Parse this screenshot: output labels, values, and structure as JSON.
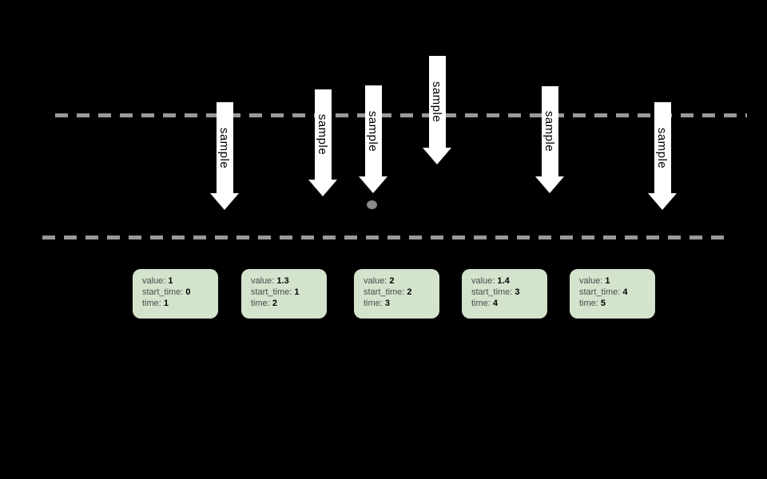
{
  "colors": {
    "background": "#000000",
    "dashed_line": "#999999",
    "arrow_fill": "#ffffff",
    "arrow_text": "#000000",
    "box_fill": "#d3e3cc",
    "box_label_text": "#4d4d4d",
    "box_value_text": "#000000",
    "dot": "#8a8a8a"
  },
  "arrows": [
    {
      "label": "sample"
    },
    {
      "label": "sample"
    },
    {
      "label": "sample"
    },
    {
      "label": "sample"
    },
    {
      "label": "sample"
    },
    {
      "label": "sample"
    }
  ],
  "box_labels": {
    "value": "value:",
    "start_time": "start_time:",
    "time": "time:"
  },
  "boxes": [
    {
      "value": "1",
      "start_time": "0",
      "time": "1"
    },
    {
      "value": "1.3",
      "start_time": "1",
      "time": "2"
    },
    {
      "value": "2",
      "start_time": "2",
      "time": "3"
    },
    {
      "value": "1.4",
      "start_time": "3",
      "time": "4"
    },
    {
      "value": "1",
      "start_time": "4",
      "time": "5"
    }
  ]
}
